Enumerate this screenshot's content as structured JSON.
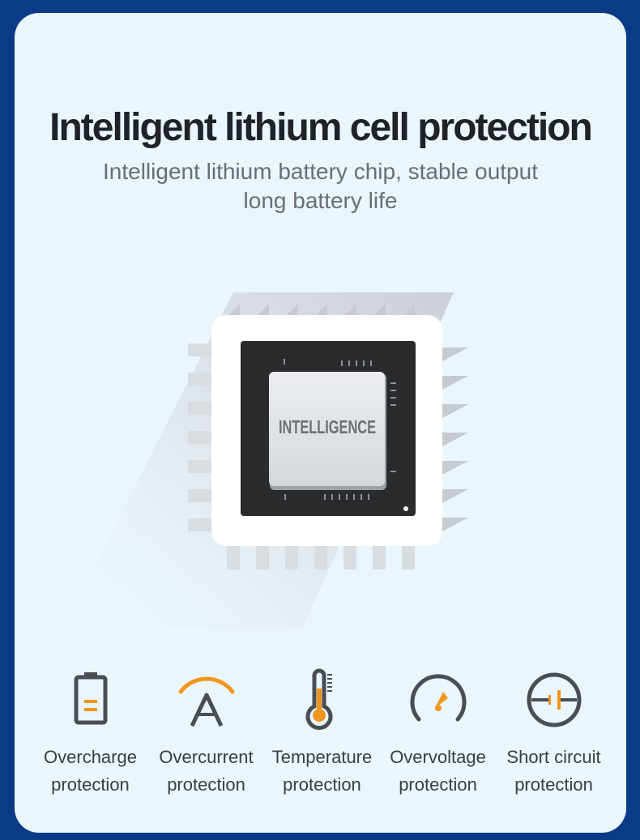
{
  "header": {
    "title": "Intelligent lithium cell protection",
    "subtitle_line1": "Intelligent lithium battery chip, stable output",
    "subtitle_line2": "long battery life"
  },
  "chip": {
    "label": "INTELLIGENCE"
  },
  "features": [
    {
      "icon": "battery-icon",
      "line1": "Overcharge",
      "line2": "protection"
    },
    {
      "icon": "ampere-icon",
      "line1": "Overcurrent",
      "line2": "protection"
    },
    {
      "icon": "thermometer-icon",
      "line1": "Temperature",
      "line2": "protection"
    },
    {
      "icon": "gauge-icon",
      "line1": "Overvoltage",
      "line2": "protection"
    },
    {
      "icon": "short-circuit-icon",
      "line1": "Short circuit",
      "line2": "protection"
    }
  ],
  "colors": {
    "background": "#0b3a86",
    "card": "#eaf5fc",
    "accent": "#f0961e",
    "icon_gray": "#4a4d52",
    "chip_black": "#2a2b2d"
  }
}
